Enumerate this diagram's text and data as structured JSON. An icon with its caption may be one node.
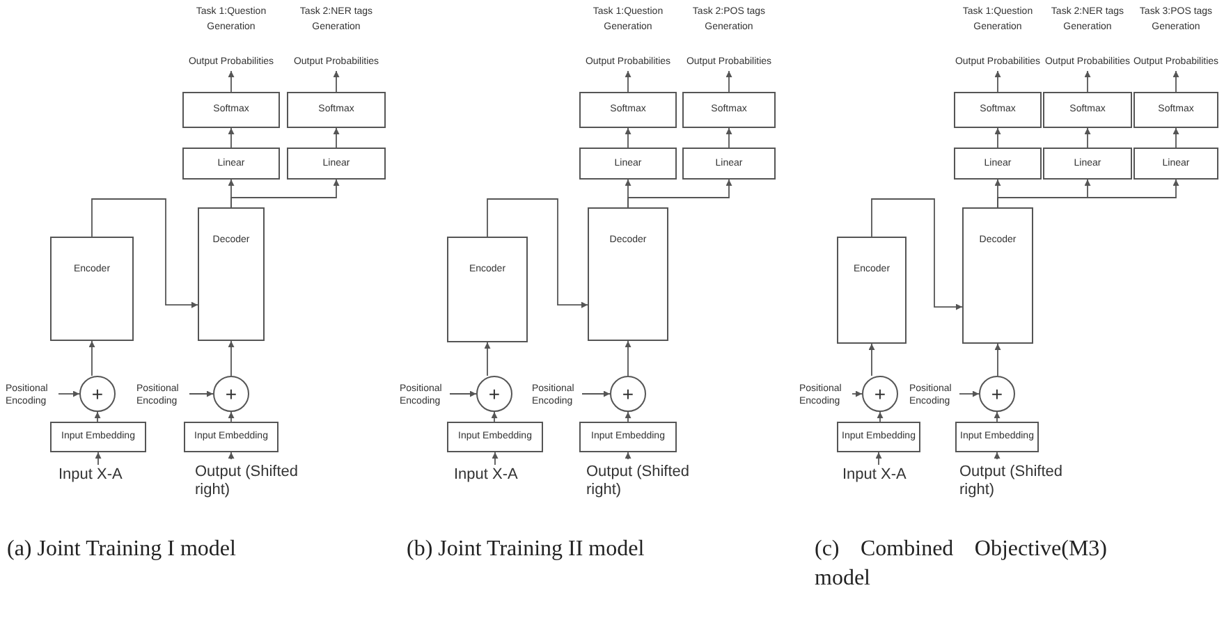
{
  "diagram": {
    "nodes": [
      {
        "text": [
          "Output Probabilities"
        ]
      },
      {
        "text": [
          "Output Probabilities"
        ]
      },
      {
        "text": [
          "Softmax"
        ]
      },
      {
        "text": [
          "Softmax"
        ]
      },
      {
        "text": [
          "Linear"
        ]
      },
      {
        "text": [
          "Linear"
        ]
      },
      {
        "text": [
          "Encoder"
        ]
      },
      {
        "text": [
          "Decoder"
        ]
      },
      {
        "text": [
          "Positional Encoding"
        ]
      },
      {
        "text": [
          "+"
        ]
      },
      {
        "text": [
          "Positional Encoding"
        ]
      },
      {
        "text": [
          "+"
        ]
      },
      {
        "text": [
          "Input Embedding"
        ]
      },
      {
        "text": [
          "Input Embedding"
        ]
      },
      {
        "text": [
          "Input X-A"
        ]
      },
      {
        "text": [
          "Output (Shifted right)"
        ]
      },
      {
        "text": [
          "Output Probabilities"
        ]
      },
      {
        "text": [
          "Output Probabilities"
        ]
      },
      {
        "text": [
          "Softmax"
        ]
      },
      {
        "text": [
          "Softmax"
        ]
      },
      {
        "text": [
          "Linear"
        ]
      },
      {
        "text": [
          "Linear"
        ]
      },
      {
        "text": [
          "Encoder"
        ]
      },
      {
        "text": [
          "Decoder"
        ]
      },
      {
        "text": [
          "Positional Encoding"
        ]
      },
      {
        "text": [
          "+"
        ]
      },
      {
        "text": [
          "Positional Encoding"
        ]
      },
      {
        "text": [
          "+"
        ]
      },
      {
        "text": [
          "Input Embedding"
        ]
      },
      {
        "text": [
          "Input Embedding"
        ]
      },
      {
        "text": [
          "Input X-A"
        ]
      },
      {
        "text": [
          "Output (Shifted right)"
        ]
      },
      {
        "text": [
          "Output Probabilities"
        ]
      },
      {
        "text": [
          "Output Probabilities"
        ]
      },
      {
        "text": [
          "Output Probabilities"
        ]
      },
      {
        "text": [
          "Softmax"
        ]
      },
      {
        "text": [
          "Softmax"
        ]
      },
      {
        "text": [
          "Softmax"
        ]
      },
      {
        "text": [
          "Linear"
        ]
      },
      {
        "text": [
          "Linear"
        ]
      },
      {
        "text": [
          "Linear"
        ]
      },
      {
        "text": [
          "Encoder"
        ]
      },
      {
        "text": [
          "Decoder"
        ]
      },
      {
        "text": [
          "Positional Encoding"
        ]
      },
      {
        "text": [
          "+"
        ]
      },
      {
        "text": [
          "Positional Encoding"
        ]
      },
      {
        "text": [
          "+"
        ]
      },
      {
        "text": [
          "Input Embedding"
        ]
      },
      {
        "text": [
          "Input Embedding"
        ]
      },
      {
        "text": [
          "Input X-A"
        ]
      },
      {
        "text": [
          "Output (Shifted right)"
        ]
      }
    ],
    "edges": [
      {
        "from": 14,
        "to": 12,
        "arrow": "to"
      },
      {
        "from": 12,
        "to": 9,
        "arrow": "to"
      },
      {
        "from": 8,
        "to": 9,
        "arrow": "to"
      },
      {
        "from": 9,
        "to": 6,
        "arrow": "to"
      },
      {
        "from": 6,
        "to": 7,
        "arrow": "to"
      },
      {
        "from": 15,
        "to": 13,
        "arrow": "to"
      },
      {
        "from": 13,
        "to": 11,
        "arrow": "to"
      },
      {
        "from": 10,
        "to": 11,
        "arrow": "to"
      },
      {
        "from": 11,
        "to": 7,
        "arrow": "to"
      },
      {
        "from": 7,
        "to": 4,
        "arrow": "to"
      },
      {
        "from": 7,
        "to": 5,
        "arrow": "to"
      },
      {
        "from": 4,
        "to": 2,
        "arrow": "to"
      },
      {
        "from": 5,
        "to": 3,
        "arrow": "to"
      },
      {
        "from": 2,
        "to": 0,
        "arrow": "to"
      },
      {
        "from": 3,
        "to": 1,
        "arrow": "to"
      },
      {
        "from": 30,
        "to": 28,
        "arrow": "to"
      },
      {
        "from": 28,
        "to": 25,
        "arrow": "to"
      },
      {
        "from": 24,
        "to": 25,
        "arrow": "to"
      },
      {
        "from": 25,
        "to": 22,
        "arrow": "to"
      },
      {
        "from": 22,
        "to": 23,
        "arrow": "to"
      },
      {
        "from": 31,
        "to": 29,
        "arrow": "to"
      },
      {
        "from": 29,
        "to": 27,
        "arrow": "to"
      },
      {
        "from": 26,
        "to": 27,
        "arrow": "to"
      },
      {
        "from": 27,
        "to": 23,
        "arrow": "to"
      },
      {
        "from": 23,
        "to": 20,
        "arrow": "to"
      },
      {
        "from": 23,
        "to": 21,
        "arrow": "to"
      },
      {
        "from": 20,
        "to": 18,
        "arrow": "to"
      },
      {
        "from": 21,
        "to": 19,
        "arrow": "to"
      },
      {
        "from": 18,
        "to": 16,
        "arrow": "to"
      },
      {
        "from": 19,
        "to": 17,
        "arrow": "to"
      },
      {
        "from": 49,
        "to": 47,
        "arrow": "to"
      },
      {
        "from": 47,
        "to": 44,
        "arrow": "to"
      },
      {
        "from": 43,
        "to": 44,
        "arrow": "to"
      },
      {
        "from": 44,
        "to": 41,
        "arrow": "to"
      },
      {
        "from": 41,
        "to": 42,
        "arrow": "to"
      },
      {
        "from": 50,
        "to": 48,
        "arrow": "to"
      },
      {
        "from": 48,
        "to": 46,
        "arrow": "to"
      },
      {
        "from": 45,
        "to": 46,
        "arrow": "to"
      },
      {
        "from": 46,
        "to": 42,
        "arrow": "to"
      },
      {
        "from": 42,
        "to": 38,
        "arrow": "to"
      },
      {
        "from": 42,
        "to": 39,
        "arrow": "to"
      },
      {
        "from": 42,
        "to": 40,
        "arrow": "to"
      },
      {
        "from": 38,
        "to": 35,
        "arrow": "to"
      },
      {
        "from": 39,
        "to": 36,
        "arrow": "to"
      },
      {
        "from": 40,
        "to": 37,
        "arrow": "to"
      },
      {
        "from": 35,
        "to": 32,
        "arrow": "to"
      },
      {
        "from": 36,
        "to": 33,
        "arrow": "to"
      },
      {
        "from": 37,
        "to": 34,
        "arrow": "to"
      }
    ],
    "labels": [
      "Task 1:Question Generation",
      "Task 2:NER tags Generation",
      "Task 1:Question Generation",
      "Task 2:POS tags Generation",
      "Task 1:Question Generation",
      "Task 2:NER tags Generation",
      "Task 3:POS tags Generation",
      "(a) Joint Training I model",
      "(b) Joint Training II model",
      "(c) Combined Objective(M3) model"
    ]
  }
}
